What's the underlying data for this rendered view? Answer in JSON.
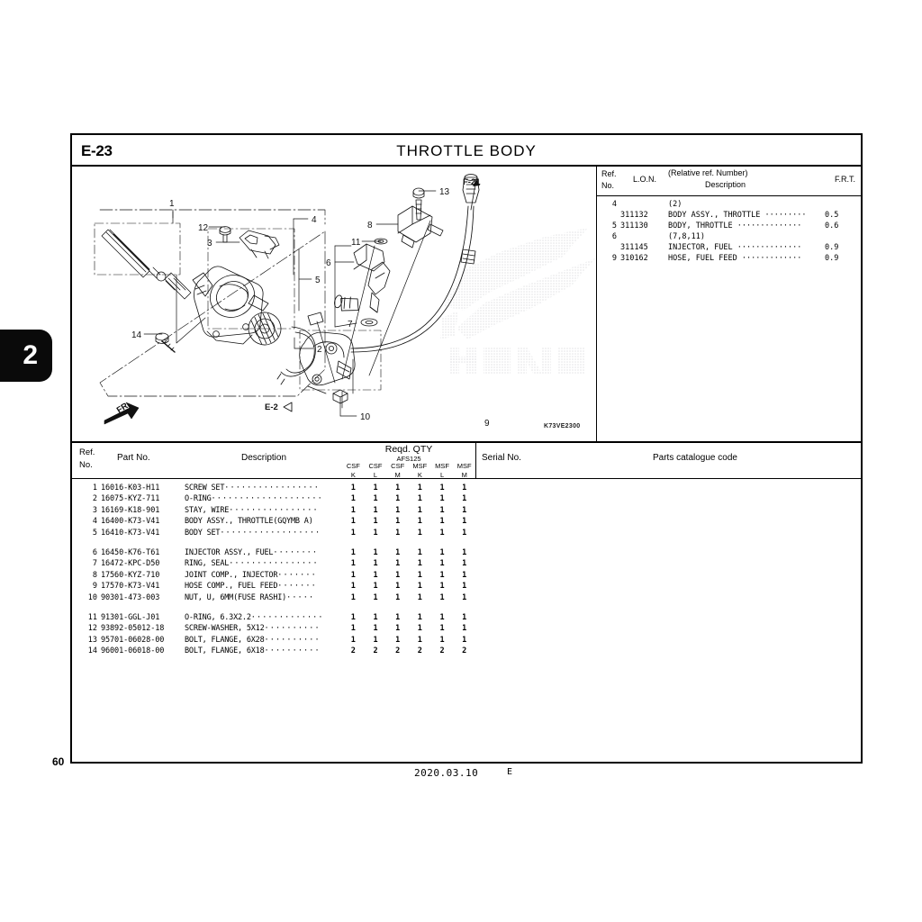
{
  "page": {
    "number": "60",
    "date": "2020.03.10",
    "edition": "E",
    "section_tab": "2"
  },
  "title": {
    "figure_code": "E-23",
    "figure_name": "THROTTLE  BODY"
  },
  "diagram": {
    "drawing_code": "K73VE2300",
    "direction_marker": "FR.",
    "cross_refs": [
      {
        "label": "F-21"
      },
      {
        "label": "E-2"
      }
    ],
    "callouts": [
      "1",
      "2",
      "3",
      "4",
      "5",
      "6",
      "7",
      "8",
      "9",
      "10",
      "11",
      "12",
      "13",
      "14"
    ],
    "watermark": "HONDA"
  },
  "ref_table": {
    "headers": {
      "ref_no": "Ref.\nNo.",
      "ref_no_line1": "Ref.",
      "ref_no_line2": "No.",
      "lon": "L.O.N.",
      "relative": "(Relative ref. Number)",
      "description": "Description",
      "frt": "F.R.T."
    },
    "rows": [
      {
        "ref": "4",
        "lon": "",
        "desc": "(2)",
        "frt": ""
      },
      {
        "ref": "",
        "lon": "311132",
        "desc": "BODY ASSY., THROTTLE ·········",
        "frt": "0.5"
      },
      {
        "ref": "5",
        "lon": "311130",
        "desc": "BODY, THROTTLE ··············",
        "frt": "0.6"
      },
      {
        "ref": "6",
        "lon": "",
        "desc": "(7,8,11)",
        "frt": ""
      },
      {
        "ref": "",
        "lon": "311145",
        "desc": "INJECTOR, FUEL ··············",
        "frt": "0.9"
      },
      {
        "ref": "9",
        "lon": "310162",
        "desc": "HOSE, FUEL FEED ·············",
        "frt": "0.9"
      }
    ]
  },
  "parts_table": {
    "headers": {
      "ref_no_line1": "Ref.",
      "ref_no_line2": "No.",
      "part_no": "Part  No.",
      "description": "Description",
      "qty": "Reqd.  QTY",
      "model": "AFS125",
      "serial_no": "Serial  No.",
      "catalogue_code": "Parts  catalogue  code",
      "qty_columns": [
        {
          "top": "CSF",
          "bottom": "K"
        },
        {
          "top": "CSF",
          "bottom": "L"
        },
        {
          "top": "CSF",
          "bottom": "M"
        },
        {
          "top": "MSF",
          "bottom": "K"
        },
        {
          "top": "MSF",
          "bottom": "L"
        },
        {
          "top": "MSF",
          "bottom": "M"
        }
      ]
    },
    "groups": [
      {
        "rows": [
          {
            "ref": "1",
            "part_no": "16016-K03-H11",
            "desc": "SCREW SET",
            "dots": "·················",
            "qty": [
              "1",
              "1",
              "1",
              "1",
              "1",
              "1"
            ]
          },
          {
            "ref": "2",
            "part_no": "16075-KYZ-711",
            "desc": "O-RING",
            "dots": "····················",
            "qty": [
              "1",
              "1",
              "1",
              "1",
              "1",
              "1"
            ]
          },
          {
            "ref": "3",
            "part_no": "16169-K18-901",
            "desc": "STAY, WIRE",
            "dots": "················",
            "qty": [
              "1",
              "1",
              "1",
              "1",
              "1",
              "1"
            ]
          },
          {
            "ref": "4",
            "part_no": "16400-K73-V41",
            "desc": "BODY ASSY., THROTTLE(GQYMB A)",
            "dots": "",
            "qty": [
              "1",
              "1",
              "1",
              "1",
              "1",
              "1"
            ]
          },
          {
            "ref": "5",
            "part_no": "16410-K73-V41",
            "desc": "BODY SET",
            "dots": "··················",
            "qty": [
              "1",
              "1",
              "1",
              "1",
              "1",
              "1"
            ]
          }
        ]
      },
      {
        "rows": [
          {
            "ref": "6",
            "part_no": "16450-K76-T61",
            "desc": "INJECTOR ASSY., FUEL",
            "dots": "········",
            "qty": [
              "1",
              "1",
              "1",
              "1",
              "1",
              "1"
            ]
          },
          {
            "ref": "7",
            "part_no": "16472-KPC-D50",
            "desc": "RING, SEAL",
            "dots": "················",
            "qty": [
              "1",
              "1",
              "1",
              "1",
              "1",
              "1"
            ]
          },
          {
            "ref": "8",
            "part_no": "17560-KYZ-710",
            "desc": "JOINT COMP., INJECTOR",
            "dots": "·······",
            "qty": [
              "1",
              "1",
              "1",
              "1",
              "1",
              "1"
            ]
          },
          {
            "ref": "9",
            "part_no": "17570-K73-V41",
            "desc": "HOSE COMP., FUEL FEED",
            "dots": "·······",
            "qty": [
              "1",
              "1",
              "1",
              "1",
              "1",
              "1"
            ]
          },
          {
            "ref": "10",
            "part_no": "90301-473-003",
            "desc": "NUT, U, 6MM(FUSE RASHI)",
            "dots": "·····",
            "qty": [
              "1",
              "1",
              "1",
              "1",
              "1",
              "1"
            ]
          }
        ]
      },
      {
        "rows": [
          {
            "ref": "11",
            "part_no": "91301-GGL-J01",
            "desc": "O-RING, 6.3X2.2",
            "dots": "·············",
            "qty": [
              "1",
              "1",
              "1",
              "1",
              "1",
              "1"
            ]
          },
          {
            "ref": "12",
            "part_no": "93892-05012-18",
            "desc": "SCREW-WASHER, 5X12",
            "dots": "··········",
            "qty": [
              "1",
              "1",
              "1",
              "1",
              "1",
              "1"
            ]
          },
          {
            "ref": "13",
            "part_no": "95701-06028-00",
            "desc": "BOLT, FLANGE, 6X28",
            "dots": "··········",
            "qty": [
              "1",
              "1",
              "1",
              "1",
              "1",
              "1"
            ]
          },
          {
            "ref": "14",
            "part_no": "96001-06018-00",
            "desc": "BOLT, FLANGE, 6X18",
            "dots": "··········",
            "qty": [
              "2",
              "2",
              "2",
              "2",
              "2",
              "2"
            ]
          }
        ]
      }
    ]
  }
}
